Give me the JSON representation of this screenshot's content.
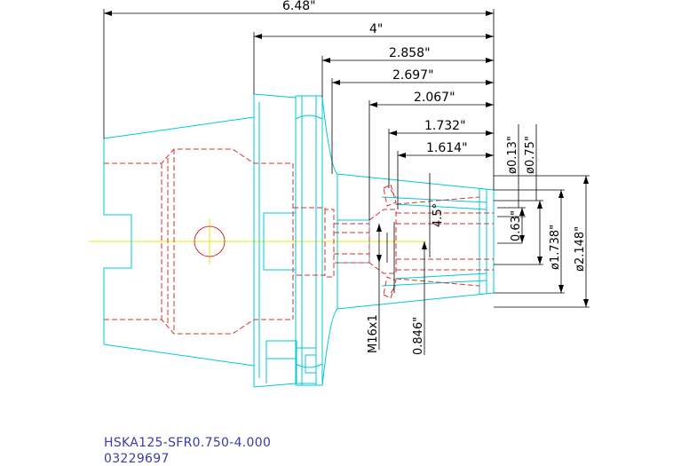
{
  "drawing": {
    "part_number": "HSKA125-SFR0.750-4.000",
    "code": "03229697",
    "colors": {
      "outline": "#00c8d8",
      "hidden": "#d83030",
      "centerline": "#e8e800",
      "dimension": "#000000",
      "caption": "#3a3ab0"
    },
    "horizontal_dims": {
      "overall": "6.48\"",
      "gauge": "4\"",
      "d1": "2.858\"",
      "d2": "2.697\"",
      "d3": "2.067\"",
      "d4": "1.732\"",
      "d5": "1.614\""
    },
    "diameter_dims": {
      "d013": "ø0.13\"",
      "d075": "ø0.75\"",
      "d063": "0.63\"",
      "d1738": "ø1.738\"",
      "d2148": "ø2.148\""
    },
    "other_dims": {
      "angle": "4.5°",
      "thread": "M16x1",
      "depth": "0.846\""
    }
  }
}
